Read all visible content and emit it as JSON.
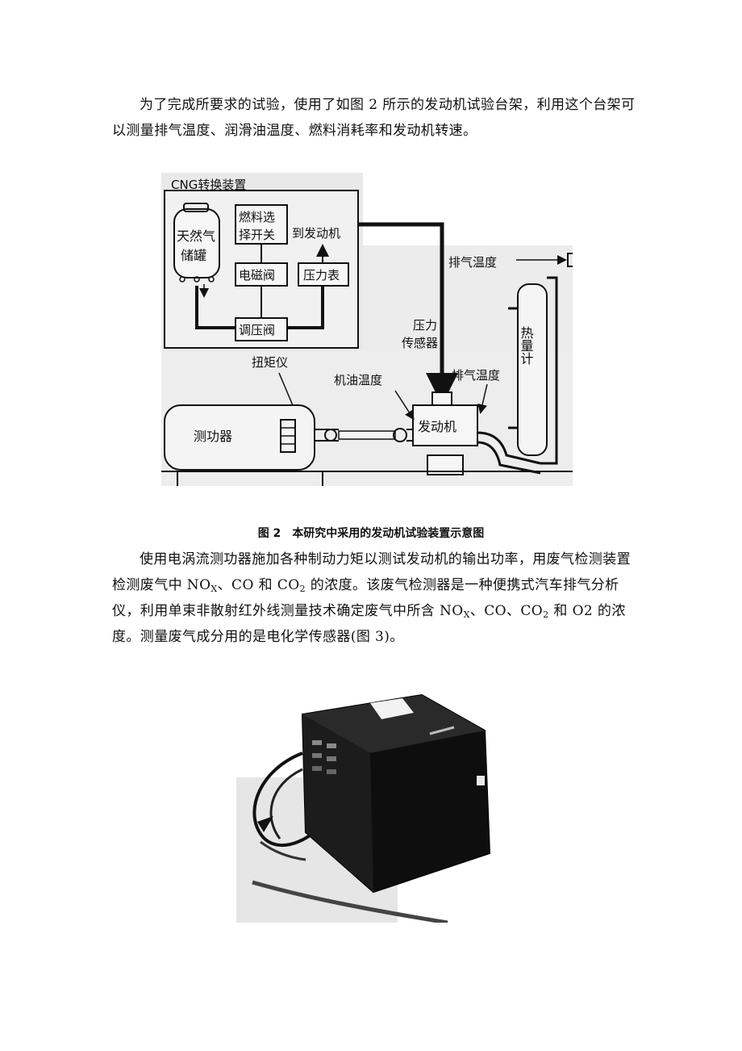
{
  "paragraph1": "为了完成所要求的试验，使用了如图 2 所示的发动机试验台架，利用这个台架可以测量排气温度、润滑油温度、燃料消耗率和发动机转速。",
  "figure2": {
    "labels": {
      "cng": "CNG转换装置",
      "tank_a": "天然气",
      "tank_b": "储罐",
      "selector_a": "燃料选",
      "selector_b": "择开关",
      "to_engine": "到发动机",
      "solenoid": "电磁阀",
      "gauge": "压力表",
      "regulator": "调压阀",
      "exhaust_top": "排气温度",
      "pressure_a": "压力",
      "pressure_b": "传感器",
      "torque": "扭矩仪",
      "oil_temp": "机油温度",
      "exhaust_mid": "排气温度",
      "dyno": "测功器",
      "engine": "发动机",
      "calorimeter": "热量计"
    },
    "caption_num": "图 2",
    "caption_text": "本研究中采用的发动机试验装置示意图"
  },
  "paragraph2": {
    "t1": "使用电涡流测功器施加各种制动力矩以测试发动机的输出功率，用废气检测装置检测废气中 NO",
    "s1": "X",
    "t2": "、CO 和 CO",
    "s2": "2",
    "t3": " 的浓度。该废气检测器是一种便携式汽车排气分析仪，利用单束非散射红外线测量技术确定废气中所含 NO",
    "s3": "X",
    "t4": "、CO、CO",
    "s4": "2",
    "t5": " 和 O2 的浓度。测量废气成分用的是电化学传感器(图 3)。"
  }
}
